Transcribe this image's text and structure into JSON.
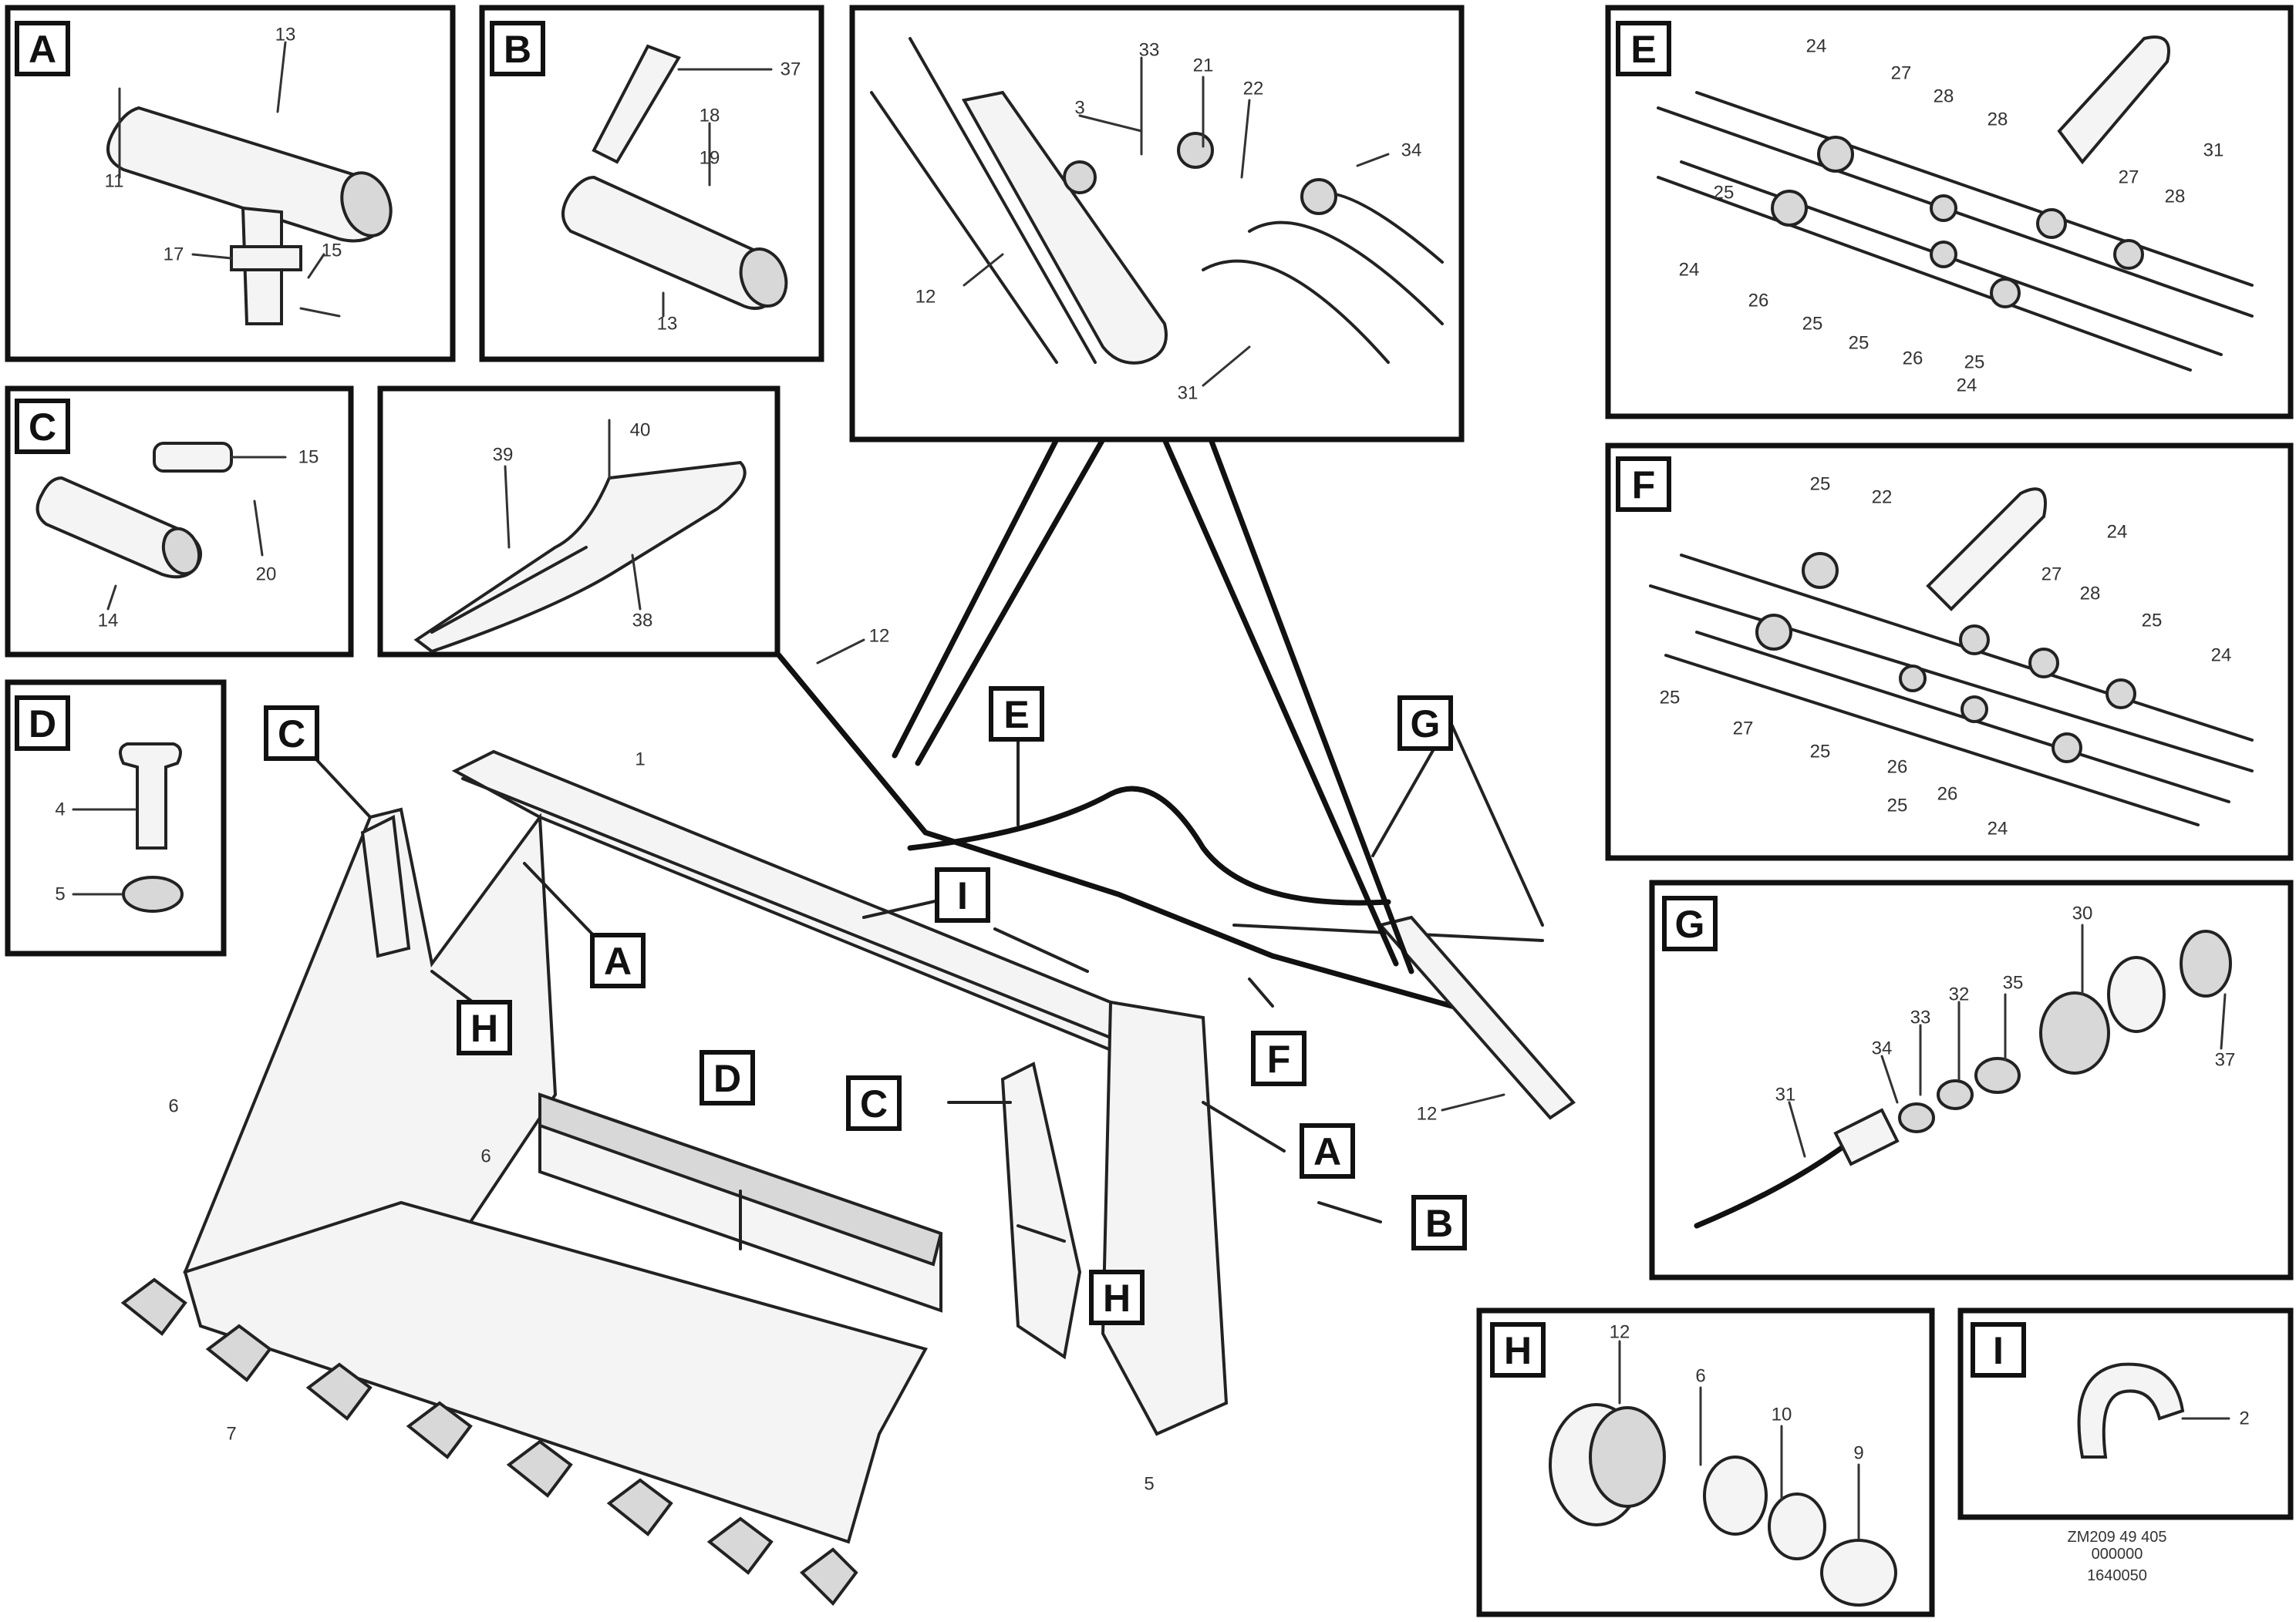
{
  "detail_views": {
    "A": {
      "letter": "A",
      "callouts": [
        "13",
        "11",
        "17",
        "15"
      ]
    },
    "B": {
      "letter": "B",
      "callouts": [
        "37",
        "18",
        "19",
        "13"
      ]
    },
    "C": {
      "letter": "C",
      "callouts": [
        "15",
        "20",
        "14"
      ]
    },
    "tooth": {
      "callouts": [
        "40",
        "39",
        "38"
      ]
    },
    "D": {
      "letter": "D",
      "callouts": [
        "4",
        "5"
      ]
    },
    "top": {
      "callouts": [
        "33",
        "21",
        "22",
        "3",
        "34",
        "12",
        "31"
      ]
    },
    "E": {
      "letter": "E",
      "callouts": [
        "24",
        "27",
        "28",
        "28",
        "31",
        "25",
        "27",
        "28",
        "24",
        "26",
        "25",
        "25",
        "26",
        "25",
        "24"
      ]
    },
    "F": {
      "letter": "F",
      "callouts": [
        "25",
        "22",
        "24",
        "27",
        "28",
        "25",
        "25",
        "27",
        "25",
        "24",
        "26",
        "26",
        "25",
        "24"
      ]
    },
    "G": {
      "letter": "G",
      "callouts": [
        "30",
        "35",
        "32",
        "33",
        "34",
        "31",
        "37"
      ]
    },
    "H": {
      "letter": "H",
      "callouts": [
        "12",
        "6",
        "10",
        "9"
      ]
    },
    "I": {
      "letter": "I",
      "callouts": [
        "2"
      ]
    }
  },
  "main_callouts": {
    "letters": [
      "C",
      "H",
      "A",
      "D",
      "C",
      "H",
      "E",
      "G",
      "I",
      "F",
      "A",
      "B"
    ],
    "numbers": [
      "1",
      "6",
      "6",
      "7",
      "5",
      "12",
      "12"
    ]
  },
  "footer": {
    "line1": "ZM209 49 405",
    "line2": "000000",
    "code": "1640050"
  }
}
